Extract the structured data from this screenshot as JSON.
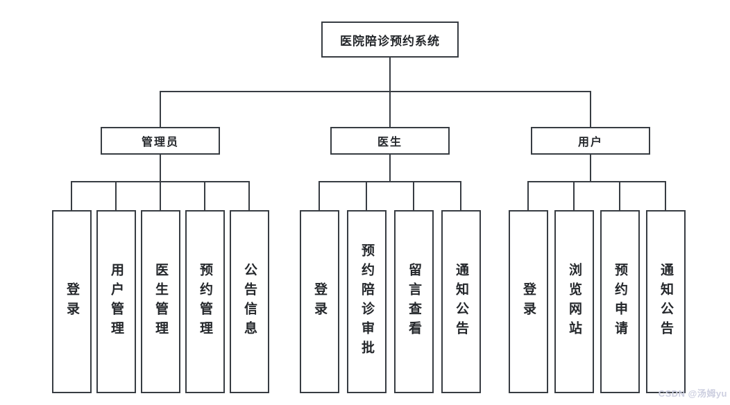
{
  "diagram": {
    "title_node": "医院陪诊预约系统",
    "branches": [
      {
        "label": "管理员",
        "children": [
          "登录",
          "用户管理",
          "医生管理",
          "预约管理",
          "公告信息"
        ]
      },
      {
        "label": "医生",
        "children": [
          "登录",
          "预约陪诊审批",
          "留言查看",
          "通知公告"
        ]
      },
      {
        "label": "用户",
        "children": [
          "登录",
          "浏览网站",
          "预约申请",
          "通知公告"
        ]
      }
    ],
    "line_color": "#373c42",
    "text_color": "#24272b",
    "background_color": "#ffffff"
  },
  "watermark": {
    "text": "CSDN @汤姆yu",
    "color": "#cdcfe0"
  }
}
